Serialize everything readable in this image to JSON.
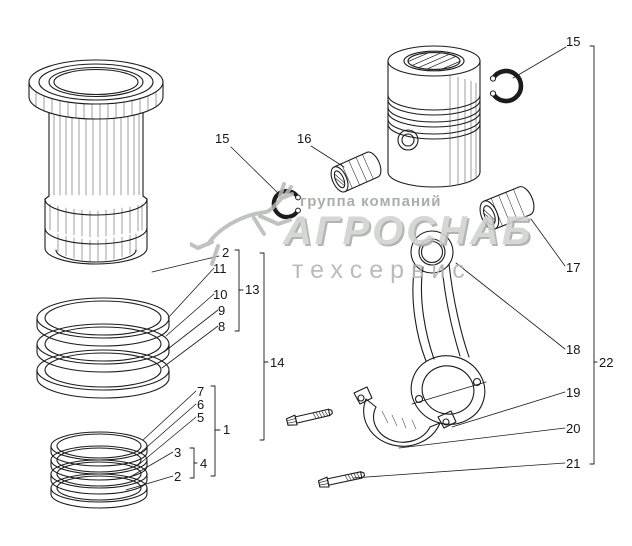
{
  "colors": {
    "ink": "#1c1c1c",
    "watermark_gray": "#b4b9b4"
  },
  "watermark": {
    "line1": "группа компаний",
    "line2": "АГРОСНАБ",
    "line3": "техсервис"
  },
  "callouts": [
    "15",
    "16",
    "15",
    "17",
    "18",
    "22",
    "19",
    "20",
    "21",
    "14",
    "13",
    "2",
    "11",
    "10",
    "9",
    "8",
    "7",
    "6",
    "5",
    "1",
    "3",
    "4",
    "2"
  ]
}
